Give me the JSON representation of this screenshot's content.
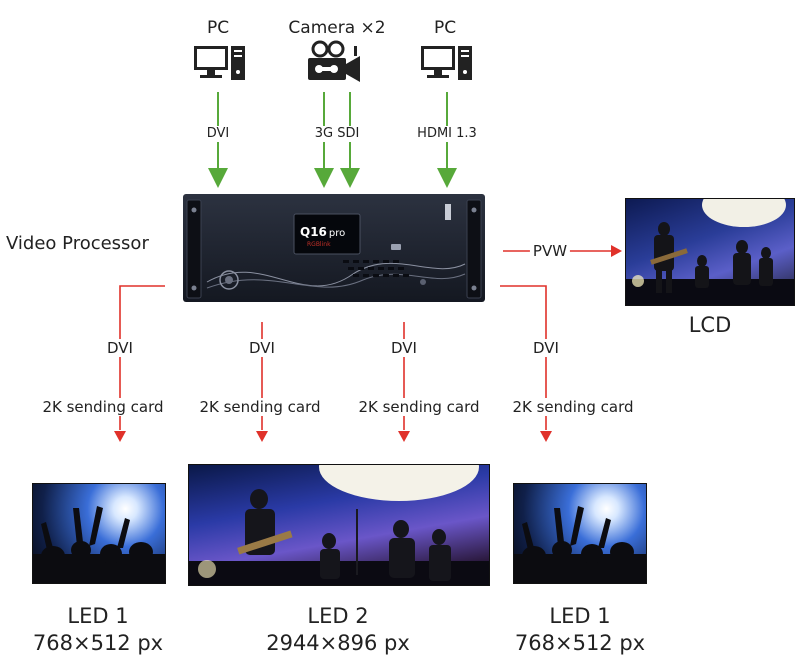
{
  "sources": [
    {
      "label": "PC",
      "icon": "pc-icon",
      "interface": "DVI"
    },
    {
      "label": "Camera ×2",
      "icon": "camera-icon",
      "interface": "3G SDI"
    },
    {
      "label": "PC",
      "icon": "pc-icon",
      "interface": "HDMI 1.3"
    }
  ],
  "processor": {
    "label": "Video Processor",
    "model": "Q16",
    "model_suffix": "pro",
    "brand_small": "RGBlink"
  },
  "preview": {
    "interface": "PVW",
    "display": "LCD"
  },
  "outputs": [
    {
      "interface": "DVI",
      "card": "2K sending card",
      "screen": "LED 1",
      "resolution": "768×512 px"
    },
    {
      "interface": "DVI",
      "card": "2K sending card",
      "screen": "LED 2",
      "resolution": "2944×896 px"
    },
    {
      "interface": "DVI",
      "card": "2K sending card",
      "screen": "LED 2",
      "resolution": "2944×896 px"
    },
    {
      "interface": "DVI",
      "card": "2K sending card",
      "screen": "LED 1",
      "resolution": "768×512 px"
    }
  ],
  "colors": {
    "input_arrow": "#57a93a",
    "output_arrow": "#e0312a",
    "device": "#1b1f2a"
  }
}
